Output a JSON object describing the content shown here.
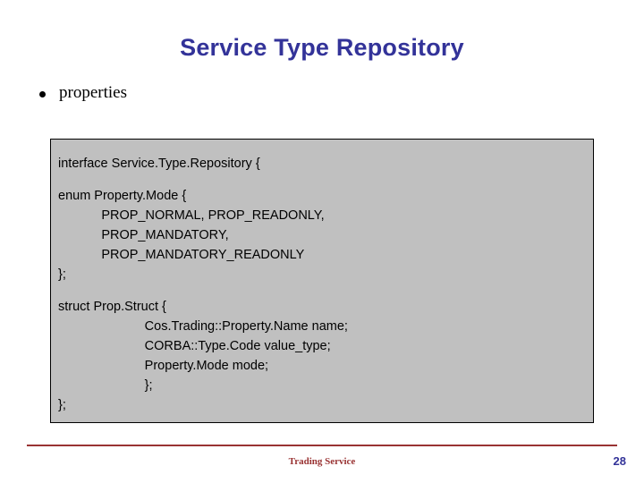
{
  "slide": {
    "title": "Service Type Repository",
    "bullet": {
      "marker": "bullet-dot",
      "text": "properties"
    },
    "code_block": {
      "lines": [
        "interface Service.Type.Repository {",
        "",
        "enum Property.Mode {",
        "            PROP_NORMAL, PROP_READONLY,",
        "            PROP_MANDATORY,",
        "            PROP_MANDATORY_READONLY",
        "};",
        "",
        "struct Prop.Struct {",
        "                        Cos.Trading::Property.Name name;",
        "                        CORBA::Type.Code value_type;",
        "                        Property.Mode mode;",
        "                        };",
        "};"
      ]
    },
    "footer": {
      "label": "Trading Service",
      "page_number": "28"
    },
    "colors": {
      "title": "#333399",
      "code_background": "#c0c0c0",
      "footer_rule": "#993333",
      "footer_text": "#993333",
      "page_number": "#333399"
    }
  }
}
